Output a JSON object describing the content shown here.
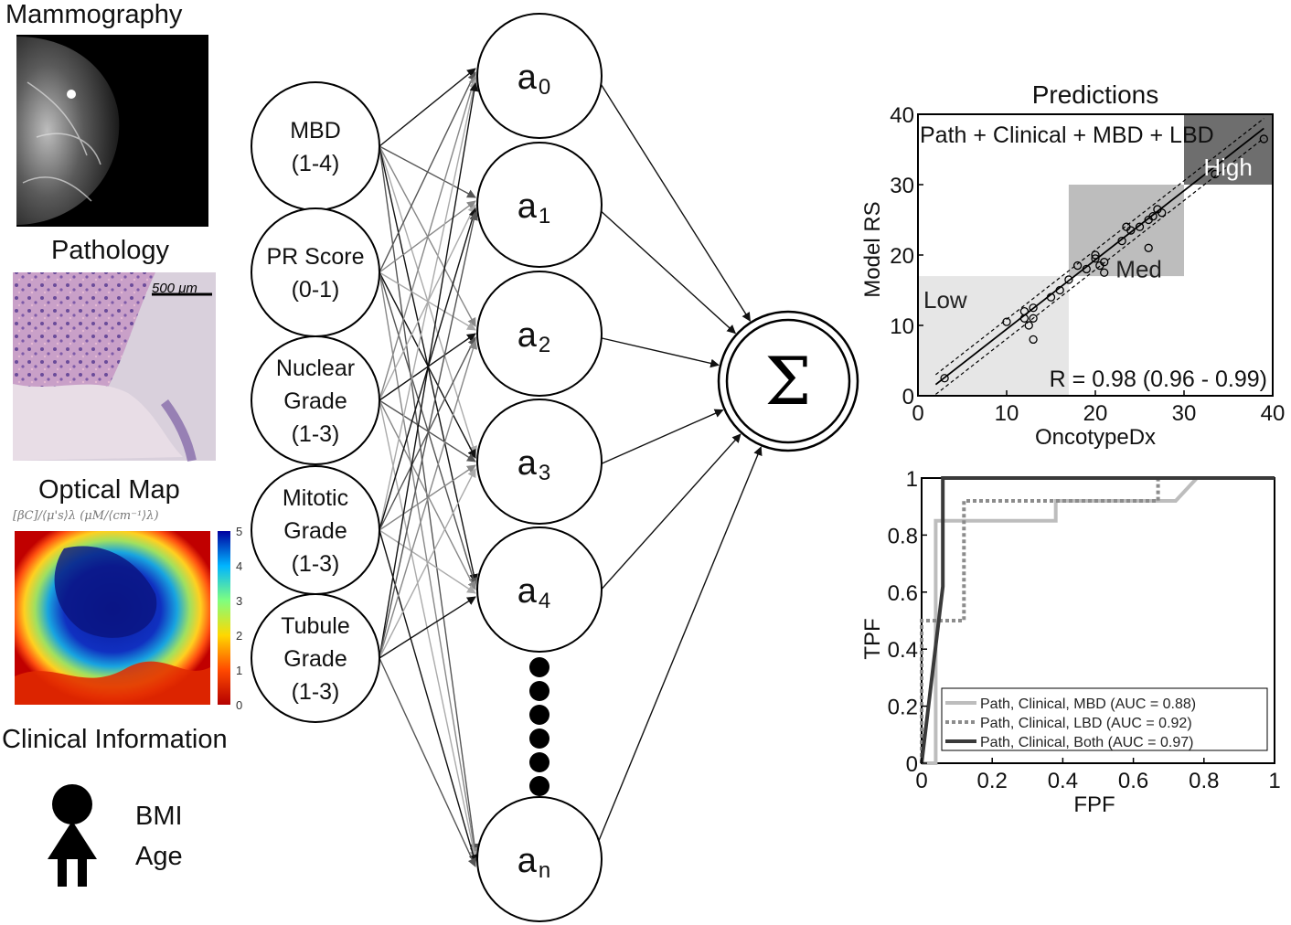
{
  "panels": {
    "mammography_title": "Mammography",
    "pathology_title": "Pathology",
    "scale_bar_label": "500 μm",
    "optical_map_title": "Optical Map",
    "optical_formula": "[βC]/⟨μ's⟩λ (μM/⟨cm⁻¹⟩λ)",
    "colorbar_ticks": [
      "5",
      "4",
      "3",
      "2",
      "1",
      "0"
    ],
    "clinical_title": "Clinical Information",
    "clinical_items": [
      "BMI",
      "Age"
    ]
  },
  "network": {
    "inputs": [
      {
        "lines": [
          "MBD",
          "(1-4)"
        ]
      },
      {
        "lines": [
          "PR Score",
          "(0-1)"
        ]
      },
      {
        "lines": [
          "Nuclear",
          "Grade",
          "(1-3)"
        ]
      },
      {
        "lines": [
          "Mitotic",
          "Grade",
          "(1-3)"
        ]
      },
      {
        "lines": [
          "Tubule",
          "Grade",
          "(1-3)"
        ]
      }
    ],
    "hidden": [
      {
        "base": "a",
        "sub": "0"
      },
      {
        "base": "a",
        "sub": "1"
      },
      {
        "base": "a",
        "sub": "2"
      },
      {
        "base": "a",
        "sub": "3"
      },
      {
        "base": "a",
        "sub": "4"
      },
      {
        "base": "a",
        "sub": "n"
      }
    ],
    "output_symbol": "Σ"
  },
  "chart_data": [
    {
      "type": "scatter",
      "title": "Predictions",
      "xlabel": "OncotypeDx",
      "ylabel": "Model RS",
      "xlim": [
        0,
        40
      ],
      "ylim": [
        0,
        40
      ],
      "xticks": [
        0,
        10,
        20,
        30,
        40
      ],
      "yticks": [
        0,
        10,
        20,
        30,
        40
      ],
      "annotation": "Path + Clinical + MBD + LBD",
      "stat": "R = 0.98 (0.96 - 0.99)",
      "regions": [
        {
          "name": "Low",
          "x": [
            0,
            17
          ],
          "y": [
            0,
            17
          ],
          "color": "#e6e6e6"
        },
        {
          "name": "Med",
          "x": [
            17,
            30
          ],
          "y": [
            17,
            30
          ],
          "color": "#bdbdbd"
        },
        {
          "name": "High",
          "x": [
            30,
            40
          ],
          "y": [
            30,
            40
          ],
          "color": "#6e6e6e"
        }
      ],
      "points": [
        [
          3,
          2.5
        ],
        [
          10,
          10.5
        ],
        [
          12,
          12
        ],
        [
          12,
          11
        ],
        [
          13,
          12.5
        ],
        [
          12.5,
          10
        ],
        [
          13,
          8
        ],
        [
          13,
          11
        ],
        [
          15,
          14
        ],
        [
          16,
          15
        ],
        [
          17,
          16.5
        ],
        [
          18,
          18.5
        ],
        [
          19,
          18
        ],
        [
          20,
          20
        ],
        [
          20,
          19.5
        ],
        [
          20.5,
          18.5
        ],
        [
          21,
          19
        ],
        [
          21,
          17.5
        ],
        [
          23,
          22
        ],
        [
          23.5,
          24
        ],
        [
          24,
          23.5
        ],
        [
          25,
          24
        ],
        [
          26,
          21
        ],
        [
          26,
          25
        ],
        [
          26.5,
          25.5
        ],
        [
          27.5,
          26
        ],
        [
          27,
          26.5
        ],
        [
          33.5,
          31.5
        ],
        [
          39,
          36.5
        ]
      ],
      "fit_line": [
        [
          2,
          1.6
        ],
        [
          39,
          38
        ]
      ]
    },
    {
      "type": "line",
      "xlabel": "FPF",
      "ylabel": "TPF",
      "xlim": [
        0,
        1
      ],
      "ylim": [
        0,
        1
      ],
      "xticks": [
        "0",
        "0.2",
        "0.4",
        "0.6",
        "0.8",
        "1"
      ],
      "yticks": [
        "0",
        "0.2",
        "0.4",
        "0.6",
        "0.8",
        "1"
      ],
      "legend_position": "bottom-right",
      "series": [
        {
          "name": "Path, Clinical, MBD (AUC = 0.88)",
          "color": "#bdbdbd",
          "dash": "solid",
          "points": [
            [
              0,
              0
            ],
            [
              0.04,
              0
            ],
            [
              0.04,
              0.85
            ],
            [
              0.38,
              0.85
            ],
            [
              0.38,
              0.92
            ],
            [
              0.72,
              0.92
            ],
            [
              0.78,
              1
            ],
            [
              1,
              1
            ]
          ]
        },
        {
          "name": "Path, Clinical, LBD (AUC = 0.92)",
          "color": "#8c8c8c",
          "dash": "dotted",
          "points": [
            [
              0,
              0
            ],
            [
              0,
              0.5
            ],
            [
              0.12,
              0.5
            ],
            [
              0.12,
              0.92
            ],
            [
              0.67,
              0.92
            ],
            [
              0.67,
              1
            ],
            [
              1,
              1
            ]
          ]
        },
        {
          "name": "Path, Clinical, Both  (AUC = 0.97)",
          "color": "#3a3a3a",
          "dash": "solid",
          "points": [
            [
              0,
              0
            ],
            [
              0.06,
              0.62
            ],
            [
              0.06,
              1
            ],
            [
              1,
              1
            ]
          ]
        }
      ]
    }
  ]
}
